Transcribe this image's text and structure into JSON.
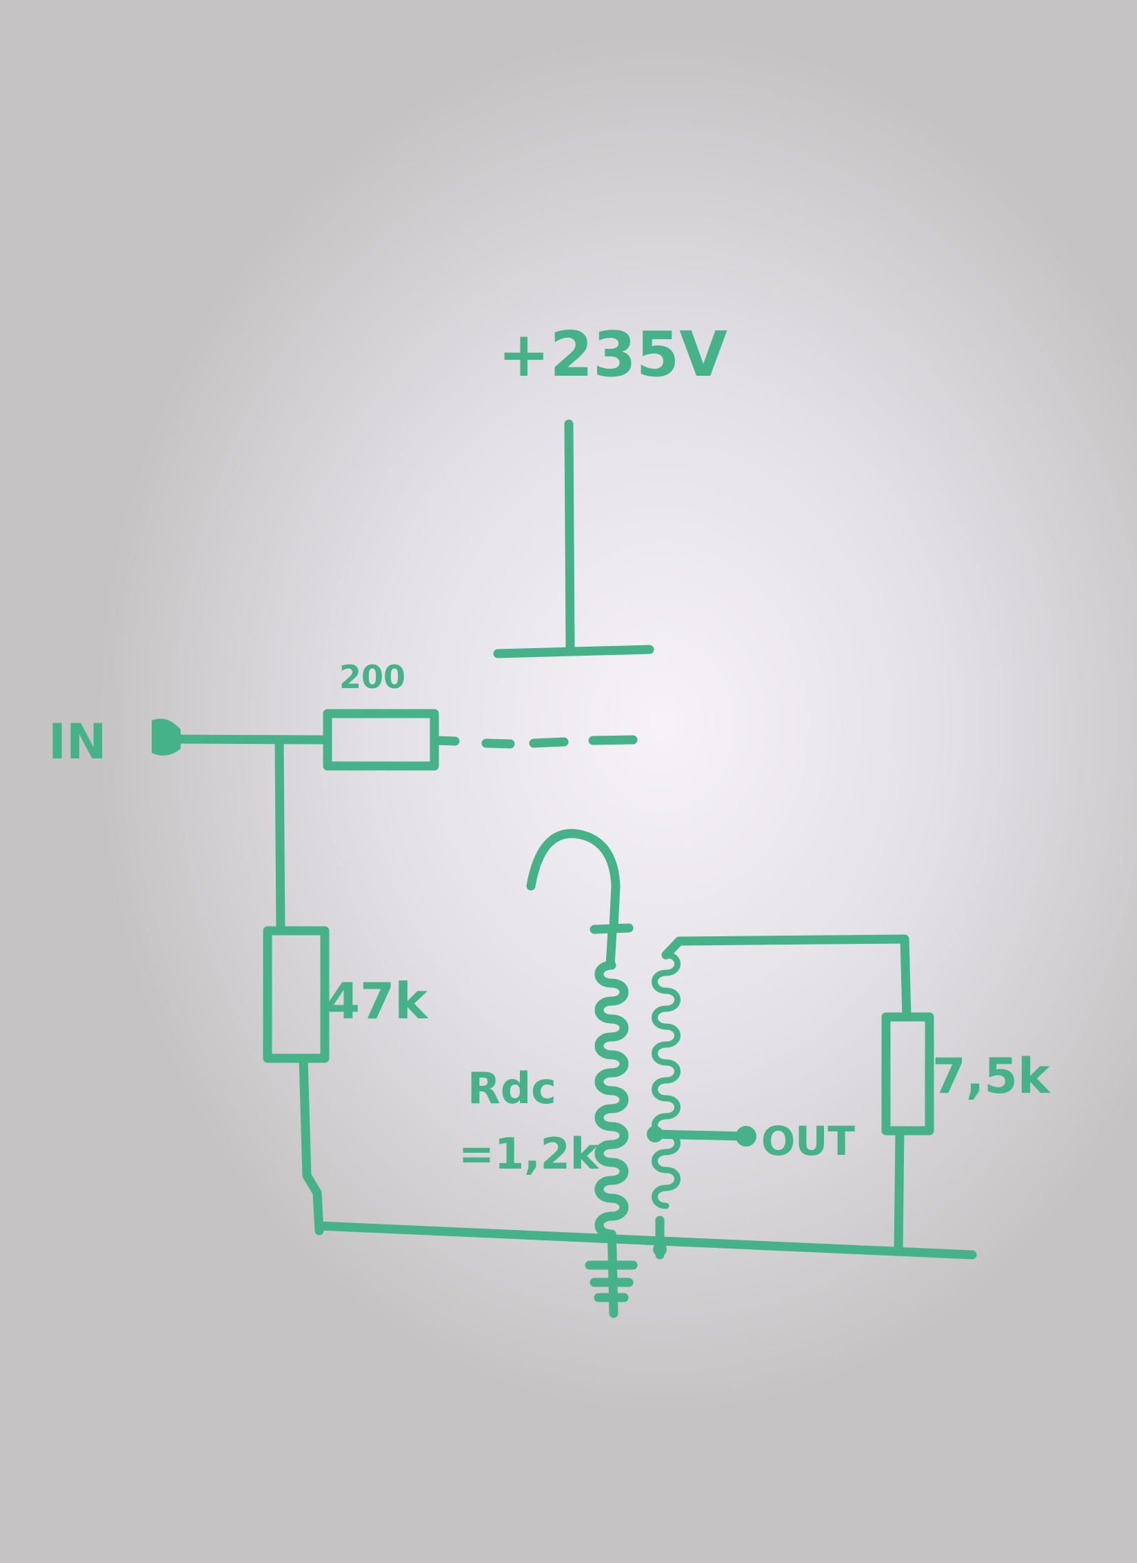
{
  "labels": {
    "supply": "+235V",
    "input": "IN",
    "grid_resistor": "200",
    "grid_leak_resistor": "47k",
    "dc_resistance_label": "Rdc",
    "dc_resistance_value": "=1,2k",
    "load_resistor": "7,5k",
    "output": "OUT"
  },
  "colors": {
    "ink": "#45b28a",
    "paper": "#e3e1e6"
  }
}
